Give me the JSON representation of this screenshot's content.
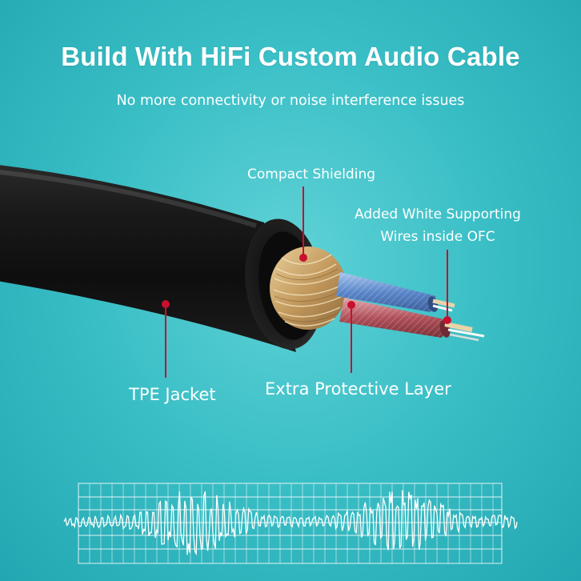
{
  "header": {
    "title": "Build With HiFi Custom Audio Cable",
    "subtitle": "No more connectivity or noise interference issues"
  },
  "callouts": {
    "compact_shielding": "Compact Shielding",
    "white_wires_line1": "Added White Supporting",
    "white_wires_line2": "Wires inside OFC",
    "tpe_jacket": "TPE Jacket",
    "extra_layer": "Extra Protective Layer"
  },
  "colors": {
    "background": "#3cc0c7",
    "jacket": "#141414",
    "leader_line": "#c8102e",
    "text": "#ffffff",
    "copper_shield": "#c9a36a",
    "blue_wire": "#5a86c9",
    "red_wire": "#b0505a"
  },
  "icons": [
    "cable-illustration",
    "sound-wave-graphic"
  ]
}
